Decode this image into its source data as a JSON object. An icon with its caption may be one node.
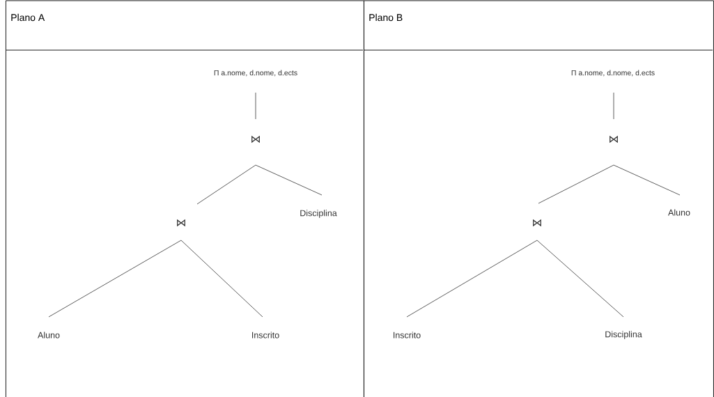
{
  "diagram": {
    "nodes": [
      {
        "text": [
          "Plano A"
        ]
      },
      {
        "text": [
          "Π a.nome, d.nome, d.ects"
        ],
        "in": 0
      },
      {
        "text": [
          "⋈"
        ],
        "in": 0
      },
      {
        "text": [
          "⋈"
        ],
        "in": 0
      },
      {
        "text": [
          "Disciplina"
        ],
        "in": 0
      },
      {
        "text": [
          "Aluno"
        ],
        "in": 0
      },
      {
        "text": [
          "Inscrito"
        ],
        "in": 0
      },
      {
        "text": [
          "Plano B"
        ]
      },
      {
        "text": [
          "Π a.nome, d.nome, d.ects"
        ],
        "in": 7
      },
      {
        "text": [
          "⋈"
        ],
        "in": 7
      },
      {
        "text": [
          "⋈"
        ],
        "in": 7
      },
      {
        "text": [
          "Aluno"
        ],
        "in": 7
      },
      {
        "text": [
          "Inscrito"
        ],
        "in": 7
      },
      {
        "text": [
          "Disciplina"
        ],
        "in": 7
      }
    ],
    "edges": [
      {
        "from": 1,
        "to": 2,
        "arrow": "none"
      },
      {
        "from": 2,
        "to": 3,
        "arrow": "none"
      },
      {
        "from": 2,
        "to": 4,
        "arrow": "none"
      },
      {
        "from": 3,
        "to": 5,
        "arrow": "none"
      },
      {
        "from": 3,
        "to": 6,
        "arrow": "none"
      },
      {
        "from": 8,
        "to": 9,
        "arrow": "none"
      },
      {
        "from": 9,
        "to": 10,
        "arrow": "none"
      },
      {
        "from": 9,
        "to": 11,
        "arrow": "none"
      },
      {
        "from": 10,
        "to": 12,
        "arrow": "none"
      },
      {
        "from": 10,
        "to": 13,
        "arrow": "none"
      }
    ]
  }
}
